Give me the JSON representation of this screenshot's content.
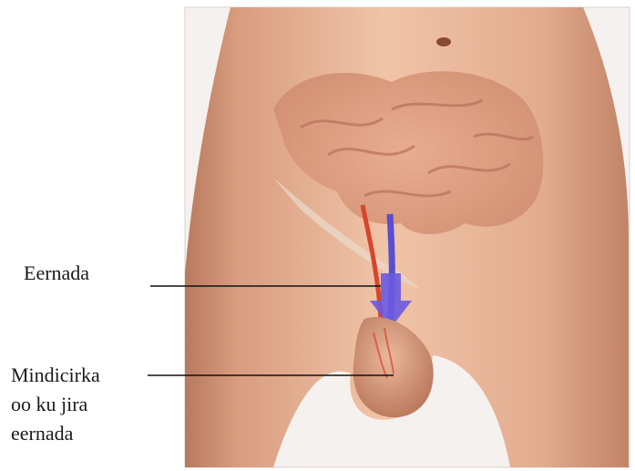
{
  "labels": {
    "hernia": "Eernada",
    "scrotum_line1": "Mindicirka",
    "scrotum_line2": "oo ku jira",
    "scrotum_line3": "eernada"
  },
  "colors": {
    "skin": "#e9b79a",
    "skin_shadow": "#c98a6c",
    "intestine": "#d9957a",
    "intestine_shadow": "#b8705a",
    "vein": "#5a4fd0",
    "artery": "#d8452c",
    "leader_line": "#111111",
    "background": "#ffffff"
  }
}
